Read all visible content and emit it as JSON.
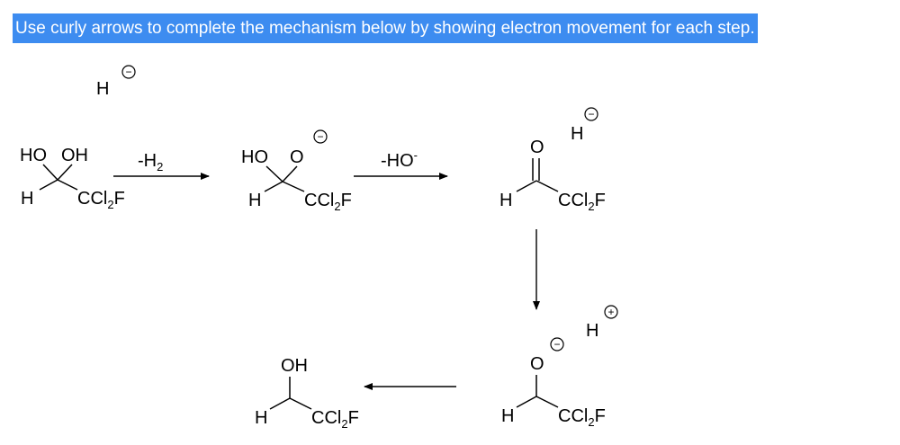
{
  "instruction": "Use curly arrows to complete the mechanism below by showing electron movement for each step.",
  "hydride": {
    "atom": "H",
    "charge": "−"
  },
  "proton": {
    "atom": "H",
    "charge": "+"
  },
  "molecule_1": {
    "ho_left": "HO",
    "oh_right": "OH",
    "h": "H",
    "ccl": "CCl",
    "sub": "2",
    "f": "F"
  },
  "step_1": {
    "minus": "-H",
    "sub": "2"
  },
  "molecule_2": {
    "ho": "HO",
    "o": "O",
    "charge": "−",
    "h": "H",
    "ccl": "CCl",
    "sub": "2",
    "f": "F"
  },
  "step_2": {
    "label": "-HO",
    "sup": "-"
  },
  "molecule_3": {
    "o": "O",
    "h": "H",
    "ccl": "CCl",
    "sub": "2",
    "f": "F"
  },
  "molecule_4": {
    "o": "O",
    "charge": "−",
    "h": "H",
    "ccl": "CCl",
    "sub": "2",
    "f": "F"
  },
  "molecule_5": {
    "oh": "OH",
    "h": "H",
    "ccl": "CCl",
    "sub": "2",
    "f": "F"
  }
}
